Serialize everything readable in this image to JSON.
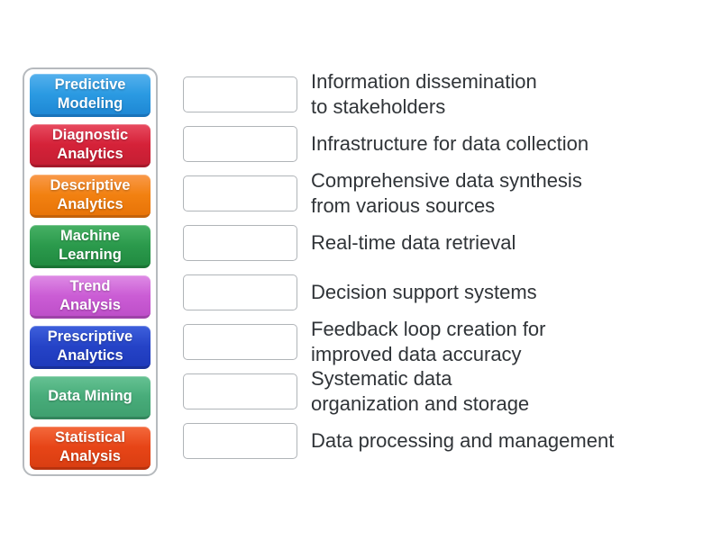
{
  "palette": {
    "panel_border": "#b6babe",
    "slot_border": "#b0b4b8",
    "description_text": "#303438"
  },
  "tiles": [
    {
      "label": "Predictive\nModeling",
      "colors": {
        "top": "#55b1ed",
        "mid": "#2b9ae2",
        "bottom": "#1e88d5",
        "edge": "#1973ba"
      }
    },
    {
      "label": "Diagnostic\nAnalytics",
      "colors": {
        "top": "#e84b60",
        "mid": "#d52239",
        "bottom": "#c51e33",
        "edge": "#a5182a"
      }
    },
    {
      "label": "Descriptive\nAnalytics",
      "colors": {
        "top": "#f9994a",
        "mid": "#f28111",
        "bottom": "#e87408",
        "edge": "#c4620a"
      }
    },
    {
      "label": "Machine\nLearning",
      "colors": {
        "top": "#47b165",
        "mid": "#2b9a4c",
        "bottom": "#218b41",
        "edge": "#197334"
      }
    },
    {
      "label": "Trend\nAnalysis",
      "colors": {
        "top": "#de8be5",
        "mid": "#cb5dd5",
        "bottom": "#be4fc9",
        "edge": "#9e42a8"
      }
    },
    {
      "label": "Prescriptive\nAnalytics",
      "colors": {
        "top": "#3e60dc",
        "mid": "#2543c7",
        "bottom": "#1e3abb",
        "edge": "#182f99"
      }
    },
    {
      "label": "Data Mining",
      "colors": {
        "top": "#66c293",
        "mid": "#48ac7a",
        "bottom": "#3fa06f",
        "edge": "#33855c"
      }
    },
    {
      "label": "Statistical\nAnalysis",
      "colors": {
        "top": "#f4693c",
        "mid": "#e74517",
        "bottom": "#da3e12",
        "edge": "#b8330f"
      }
    }
  ],
  "rows": [
    {
      "text": "Information dissemination\nto stakeholders"
    },
    {
      "text": "Infrastructure for data collection"
    },
    {
      "text": "Comprehensive data synthesis\nfrom various sources"
    },
    {
      "text": "Real-time data retrieval"
    },
    {
      "text": "Decision support systems"
    },
    {
      "text": "Feedback loop creation for\nimproved data accuracy"
    },
    {
      "text": "Systematic data\norganization and storage"
    },
    {
      "text": "Data processing and management"
    }
  ]
}
